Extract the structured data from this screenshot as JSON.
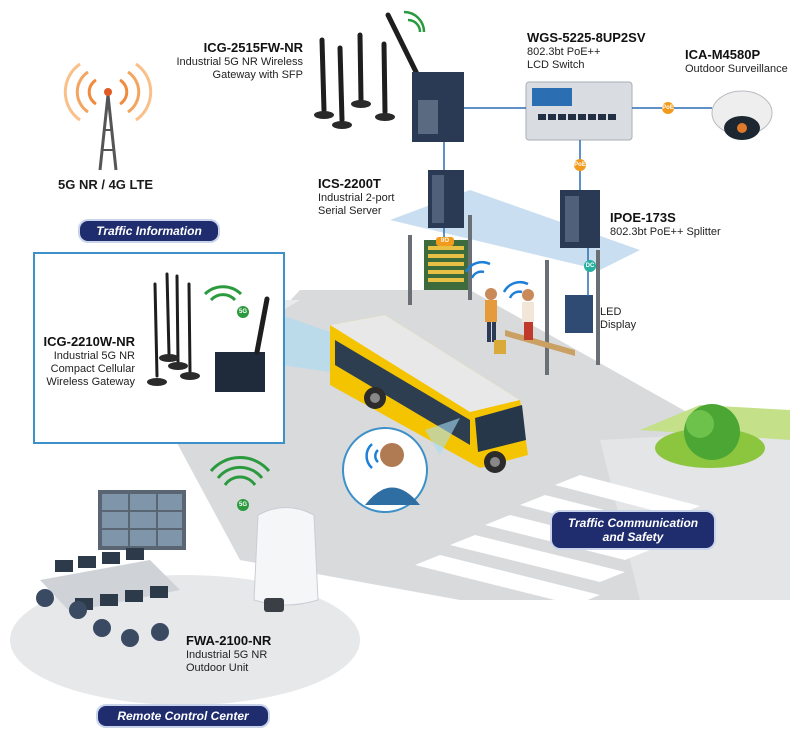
{
  "tower": {
    "label": "5G NR / 4G LTE"
  },
  "devices": {
    "icg2515": {
      "name": "ICG-2515FW-NR",
      "desc1": "Industrial 5G NR Wireless",
      "desc2": "Gateway with SFP"
    },
    "wgs5225": {
      "name": "WGS-5225-8UP2SV",
      "desc1": "802.3bt PoE++",
      "desc2": "LCD Switch"
    },
    "icam4580": {
      "name": "ICA-M4580P",
      "desc1": "Outdoor Surveillance"
    },
    "ics2200": {
      "name": "ICS-2200T",
      "desc1": "Industrial 2-port",
      "desc2": "Serial Server"
    },
    "ipoe173": {
      "name": "IPOE-173S",
      "desc1": "802.3bt PoE++ Splitter"
    },
    "led": {
      "desc1": "LED",
      "desc2": "Display"
    },
    "icg2210": {
      "name": "ICG-2210W-NR",
      "desc1": "Industrial 5G NR",
      "desc2": "Compact Cellular",
      "desc3": "Wireless Gateway"
    },
    "fwa2100": {
      "name": "FWA-2100-NR",
      "desc1": "Industrial 5G NR",
      "desc2": "Outdoor Unit"
    }
  },
  "banners": {
    "traffic_info": "Traffic Information",
    "traffic_comm_1": "Traffic Communication",
    "traffic_comm_2": "and Safety",
    "remote_center": "Remote Control Center"
  },
  "tags": {
    "poe": "PoE",
    "io": "I/O",
    "dc": "DC",
    "fiveg": "5G"
  },
  "colors": {
    "banner": "#1f2d6e",
    "inset_border": "#3d90c8",
    "road": "#d6d8da",
    "grass": "#8cc63f",
    "bus": "#f5c400",
    "wifi": "#2b9a3e",
    "wifi_blue": "#1e7fd8",
    "poe_dot": "#f29a1b"
  }
}
